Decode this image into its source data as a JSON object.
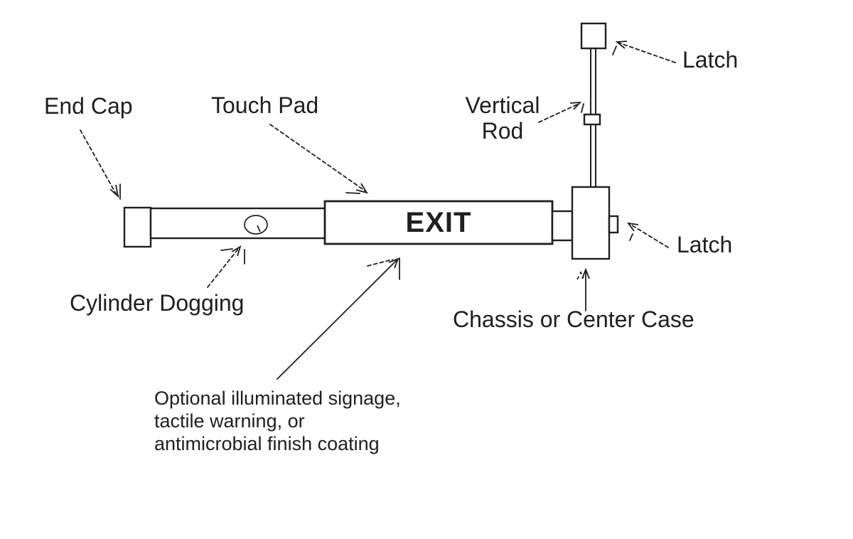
{
  "labels": {
    "end_cap": "End Cap",
    "touch_pad": "Touch Pad",
    "vertical_rod": "Vertical\nRod",
    "latch_top": "Latch",
    "latch_right": "Latch",
    "cylinder_dogging": "Cylinder Dogging",
    "chassis": "Chassis or Center Case",
    "optional_note": "Optional illuminated signage,\ntactile warning, or\nantimicrobial finish coating",
    "exit_sign": "EXIT"
  },
  "colors": {
    "background": "#ffffff",
    "shape_fill": "#ffffff",
    "line": "#1f1f1f",
    "text": "#1f1f1f"
  }
}
